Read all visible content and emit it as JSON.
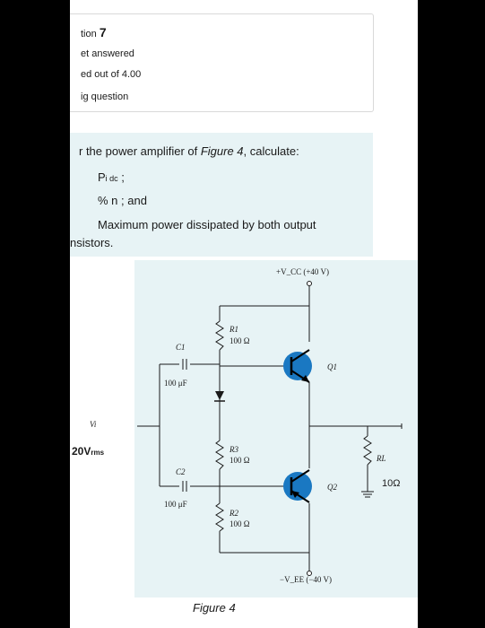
{
  "info": {
    "question_label": "tion",
    "question_number": "7",
    "status": "et answered",
    "marks": "ed out of 4.00",
    "flag": "ig question"
  },
  "question": {
    "intro_prefix": "r the power amplifier of ",
    "intro_figure": "Figure 4",
    "intro_suffix": ", calculate:",
    "item1_main": "P",
    "item1_sub": "i dc",
    "item1_tail": " ;",
    "item2": "% n ; and",
    "item3_line1": "Maximum power dissipated by both output",
    "item3_line2": "nsistors."
  },
  "circuit": {
    "vcc": "+V_CC (+40 V)",
    "vee": "−V_EE (−40 V)",
    "r1_name": "R1",
    "r1_value": "100 Ω",
    "r2_name": "R2",
    "r2_value": "100 Ω",
    "r3_name": "R3",
    "r3_value": "100 Ω",
    "c1_name": "C1",
    "c1_value": "100 μF",
    "c2_name": "C2",
    "c2_value": "100 μF",
    "q1_name": "Q1",
    "q2_name": "Q2",
    "vi": "Vi",
    "vin": "20V",
    "vin_sub": "rms",
    "rl_name": "RL",
    "rl_value": "10Ω",
    "caption": "Figure 4"
  },
  "colors": {
    "accent_bg": "#e7f3f5",
    "transistor": "#1a78c2"
  }
}
